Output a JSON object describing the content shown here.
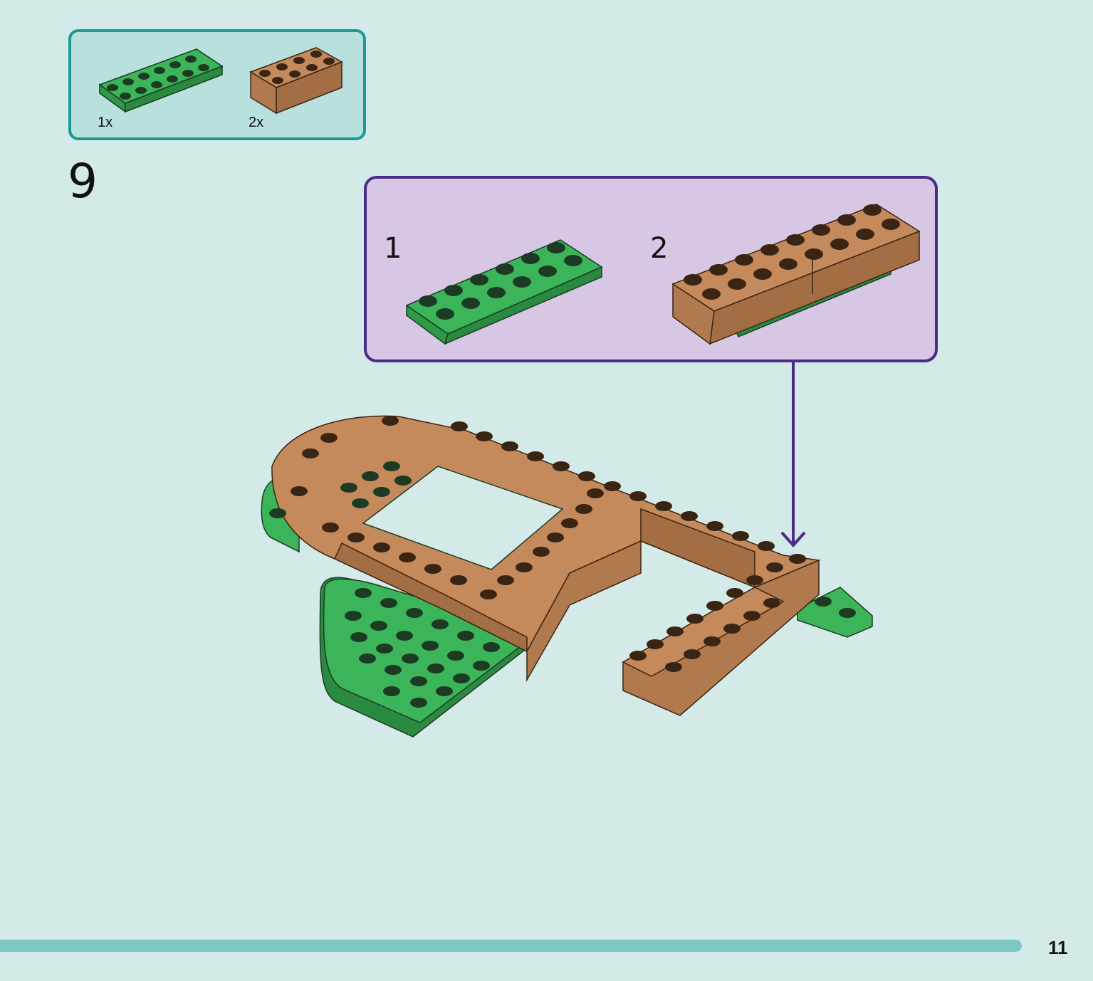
{
  "parts_list": {
    "items": [
      {
        "part": "green-plate-2x6",
        "quantity": "1x",
        "color": "#3cb55a"
      },
      {
        "part": "brown-brick-2x4",
        "quantity": "2x",
        "color": "#c48a5c"
      }
    ]
  },
  "step": {
    "number": "9"
  },
  "sub_assembly": {
    "steps": [
      {
        "number": "1"
      },
      {
        "number": "2"
      }
    ]
  },
  "colors": {
    "background": "#d4eae8",
    "parts_border": "#1a9a97",
    "sub_border": "#4b2a8a",
    "brick_green": "#3cb55a",
    "brick_brown": "#c48a5c",
    "progress": "#7cc9c4"
  },
  "footer": {
    "page_number": "11"
  }
}
